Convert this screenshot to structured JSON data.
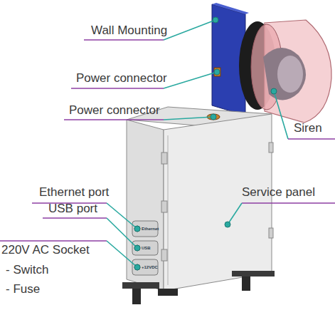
{
  "diagram": {
    "labels": [
      "Wall Mounting",
      "Power connector",
      "Power connector",
      "Siren",
      "Ethernet port",
      "USB port",
      "Service panel",
      "220V AC Socket",
      "- Switch",
      "- Fuse",
      "Ethernet",
      "USB",
      "+12VDC"
    ]
  }
}
